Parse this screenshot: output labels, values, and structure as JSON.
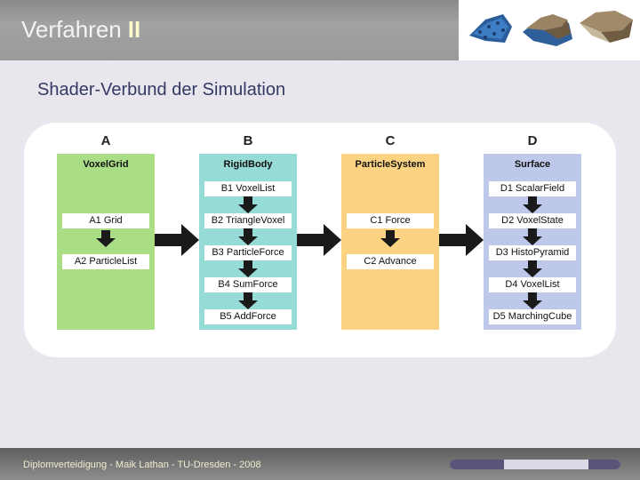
{
  "header": {
    "title_part1": "Verfahren",
    "title_part2": "II"
  },
  "subtitle": "Shader-Verbund der Simulation",
  "columns": [
    {
      "letter": "A",
      "title": "VoxelGrid",
      "color": "#a9de86",
      "steps": [
        "A1 Grid",
        "A2 ParticleList"
      ]
    },
    {
      "letter": "B",
      "title": "RigidBody",
      "color": "#97dbd6",
      "steps": [
        "B1 VoxelList",
        "B2 TriangleVoxel",
        "B3 ParticleForce",
        "B4 SumForce",
        "B5 AddForce"
      ]
    },
    {
      "letter": "C",
      "title": "ParticleSystem",
      "color": "#fcd382",
      "steps": [
        "C1 Force",
        "C2 Advance"
      ]
    },
    {
      "letter": "D",
      "title": "Surface",
      "color": "#bec8ea",
      "steps": [
        "D1 ScalarField",
        "D2 VoxelState",
        "D3 HistoPyramid",
        "D4 VoxelList",
        "D5 MarchingCube"
      ]
    }
  ],
  "arrow_color": "#1a1a1a",
  "footer": {
    "text": "Diplomverteidigung - Maik Lathan - TU-Dresden - 2008",
    "progress_fraction": 0.32
  }
}
